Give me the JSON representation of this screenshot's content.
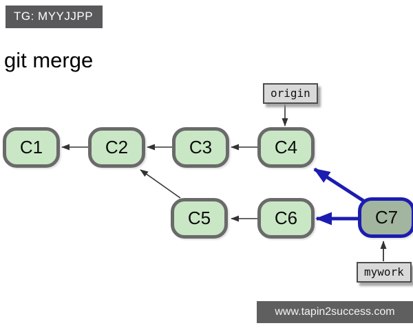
{
  "header": {
    "tag_label": "TG: MYYJJPP",
    "title": "git merge"
  },
  "diagram": {
    "nodes": [
      {
        "id": "c1",
        "label": "C1"
      },
      {
        "id": "c2",
        "label": "C2"
      },
      {
        "id": "c3",
        "label": "C3"
      },
      {
        "id": "c4",
        "label": "C4"
      },
      {
        "id": "c5",
        "label": "C5"
      },
      {
        "id": "c6",
        "label": "C6"
      },
      {
        "id": "c7",
        "label": "C7",
        "highlighted": true
      }
    ],
    "refs": [
      {
        "id": "origin",
        "label": "origin",
        "points_to": "C4"
      },
      {
        "id": "mywork",
        "label": "mywork",
        "points_to": "C7"
      }
    ],
    "edges": [
      {
        "from": "C2",
        "to": "C1",
        "style": "normal"
      },
      {
        "from": "C3",
        "to": "C2",
        "style": "normal"
      },
      {
        "from": "C4",
        "to": "C3",
        "style": "normal"
      },
      {
        "from": "C5",
        "to": "C2",
        "style": "normal"
      },
      {
        "from": "C6",
        "to": "C5",
        "style": "normal"
      },
      {
        "from": "C7",
        "to": "C6",
        "style": "merge-highlight"
      },
      {
        "from": "C7",
        "to": "C4",
        "style": "merge-highlight"
      }
    ],
    "colors": {
      "node_fill": "#c9e7c5",
      "node_border": "#6a6a6a",
      "merge_node_fill": "#a2b59f",
      "highlight_blue": "#1c1cb0",
      "ref_fill": "#d9d9d9",
      "ref_border": "#4c4c4c",
      "edge_black": "#333333"
    }
  },
  "watermark": {
    "text": "www.tapin2success.com"
  }
}
